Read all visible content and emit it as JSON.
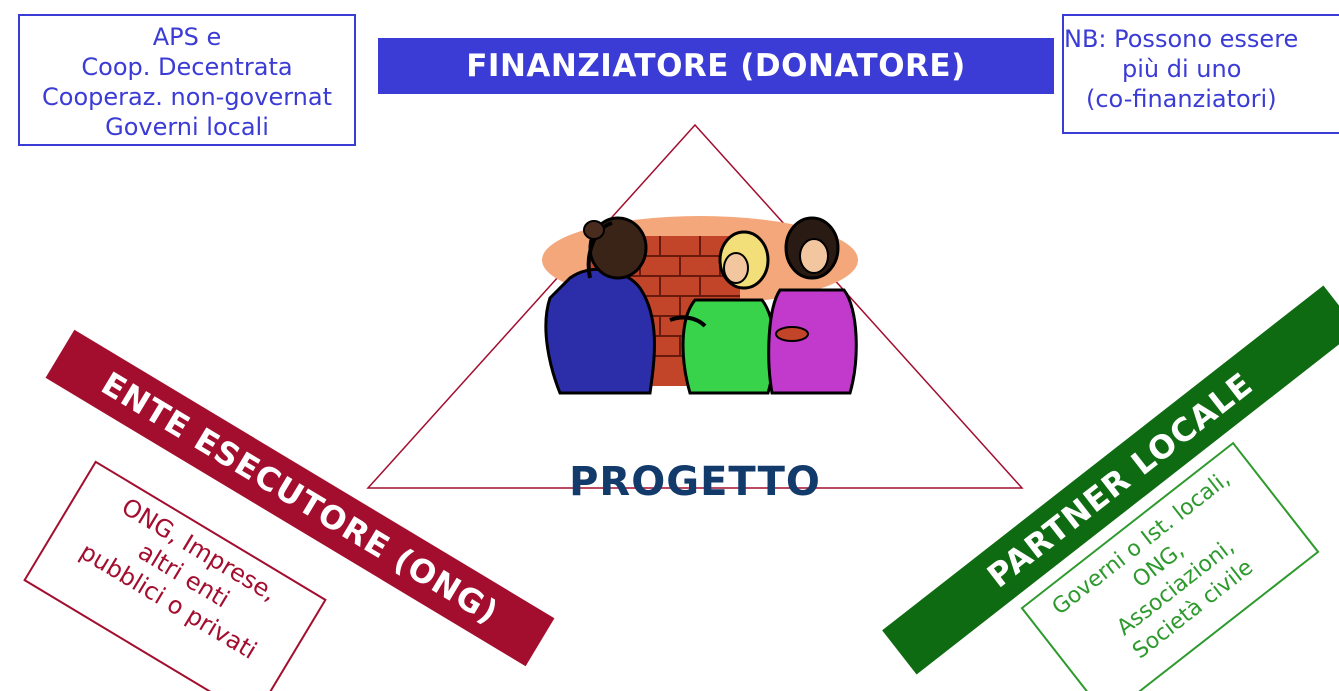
{
  "top_left_box": {
    "lines": [
      "APS e",
      "Coop. Decentrata",
      "Cooperaz. non-governat",
      "Governi locali"
    ]
  },
  "top_banner": {
    "label": "FINANZIATORE (DONATORE)"
  },
  "top_right_box": {
    "lines": [
      "NB: Possono essere",
      "più di uno",
      "(co-finanziatori)"
    ]
  },
  "center": {
    "label": "PROGETTO"
  },
  "left_banner": {
    "label": "ENTE ESECUTORE (ONG)"
  },
  "left_box": {
    "lines": [
      "ONG, Imprese,",
      "altri enti",
      "pubblici o privati"
    ]
  },
  "right_banner": {
    "label": "PARTNER LOCALE"
  },
  "right_box": {
    "lines": [
      "Governi o Ist. locali,",
      "ONG,",
      "Associazioni,",
      "Società civile"
    ]
  },
  "colors": {
    "blue": "#3b3bd6",
    "dark_red": "#a30e2f",
    "dark_green": "#0f6b12",
    "green": "#2e9a2e",
    "navy": "#123a6b",
    "triangle_line": "#a30e2f"
  },
  "icons": {
    "clipart": "people-building-brick-wall-illustration"
  }
}
